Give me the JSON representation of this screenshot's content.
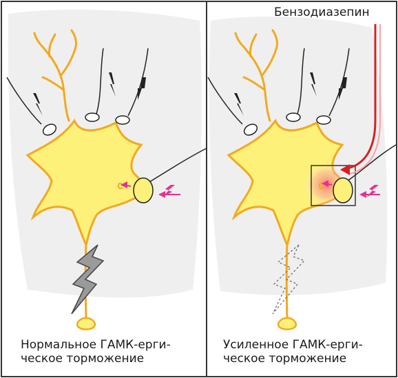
{
  "panels": [
    {
      "id": "normal",
      "caption": "Нормальное ГАМК-ерги-\nческое торможение"
    },
    {
      "id": "enhanced",
      "caption": "Усиленное ГАМК-ерги-\nческое торможение"
    }
  ],
  "drug": {
    "label": "Бензодиазепин"
  },
  "colors": {
    "neuron_fill": "#fdf17a",
    "neuron_outline": "#f2a91e",
    "spike_fill": "#8a8a8a",
    "pink_signal": "#e8308f",
    "drug_red": "#d62020",
    "background_blob": "#ececec"
  }
}
